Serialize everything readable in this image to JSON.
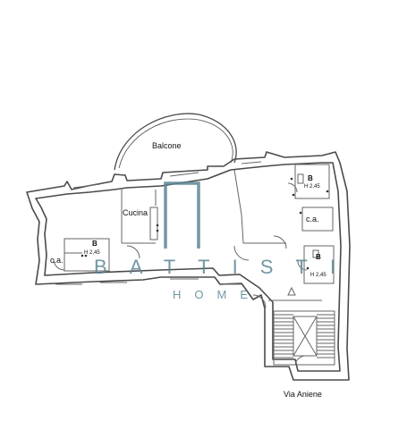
{
  "colors": {
    "wall": "#4a4a4a",
    "line": "#666666",
    "brand": "#5a8594"
  },
  "rooms": {
    "balcone": "Balcone",
    "cucina": "Cucina",
    "ca_right": "c.a.",
    "ca_left": "c.a."
  },
  "bathrooms": [
    {
      "label": "B",
      "height": "H 2,45"
    },
    {
      "label": "B",
      "height": "H 2,45"
    },
    {
      "label": "B",
      "height": "H 2,45"
    }
  ],
  "street": "Via Aniene",
  "brand": {
    "name": "BATTISTI",
    "sub": "HOME",
    "logo_icon": "pi-arch-icon"
  }
}
